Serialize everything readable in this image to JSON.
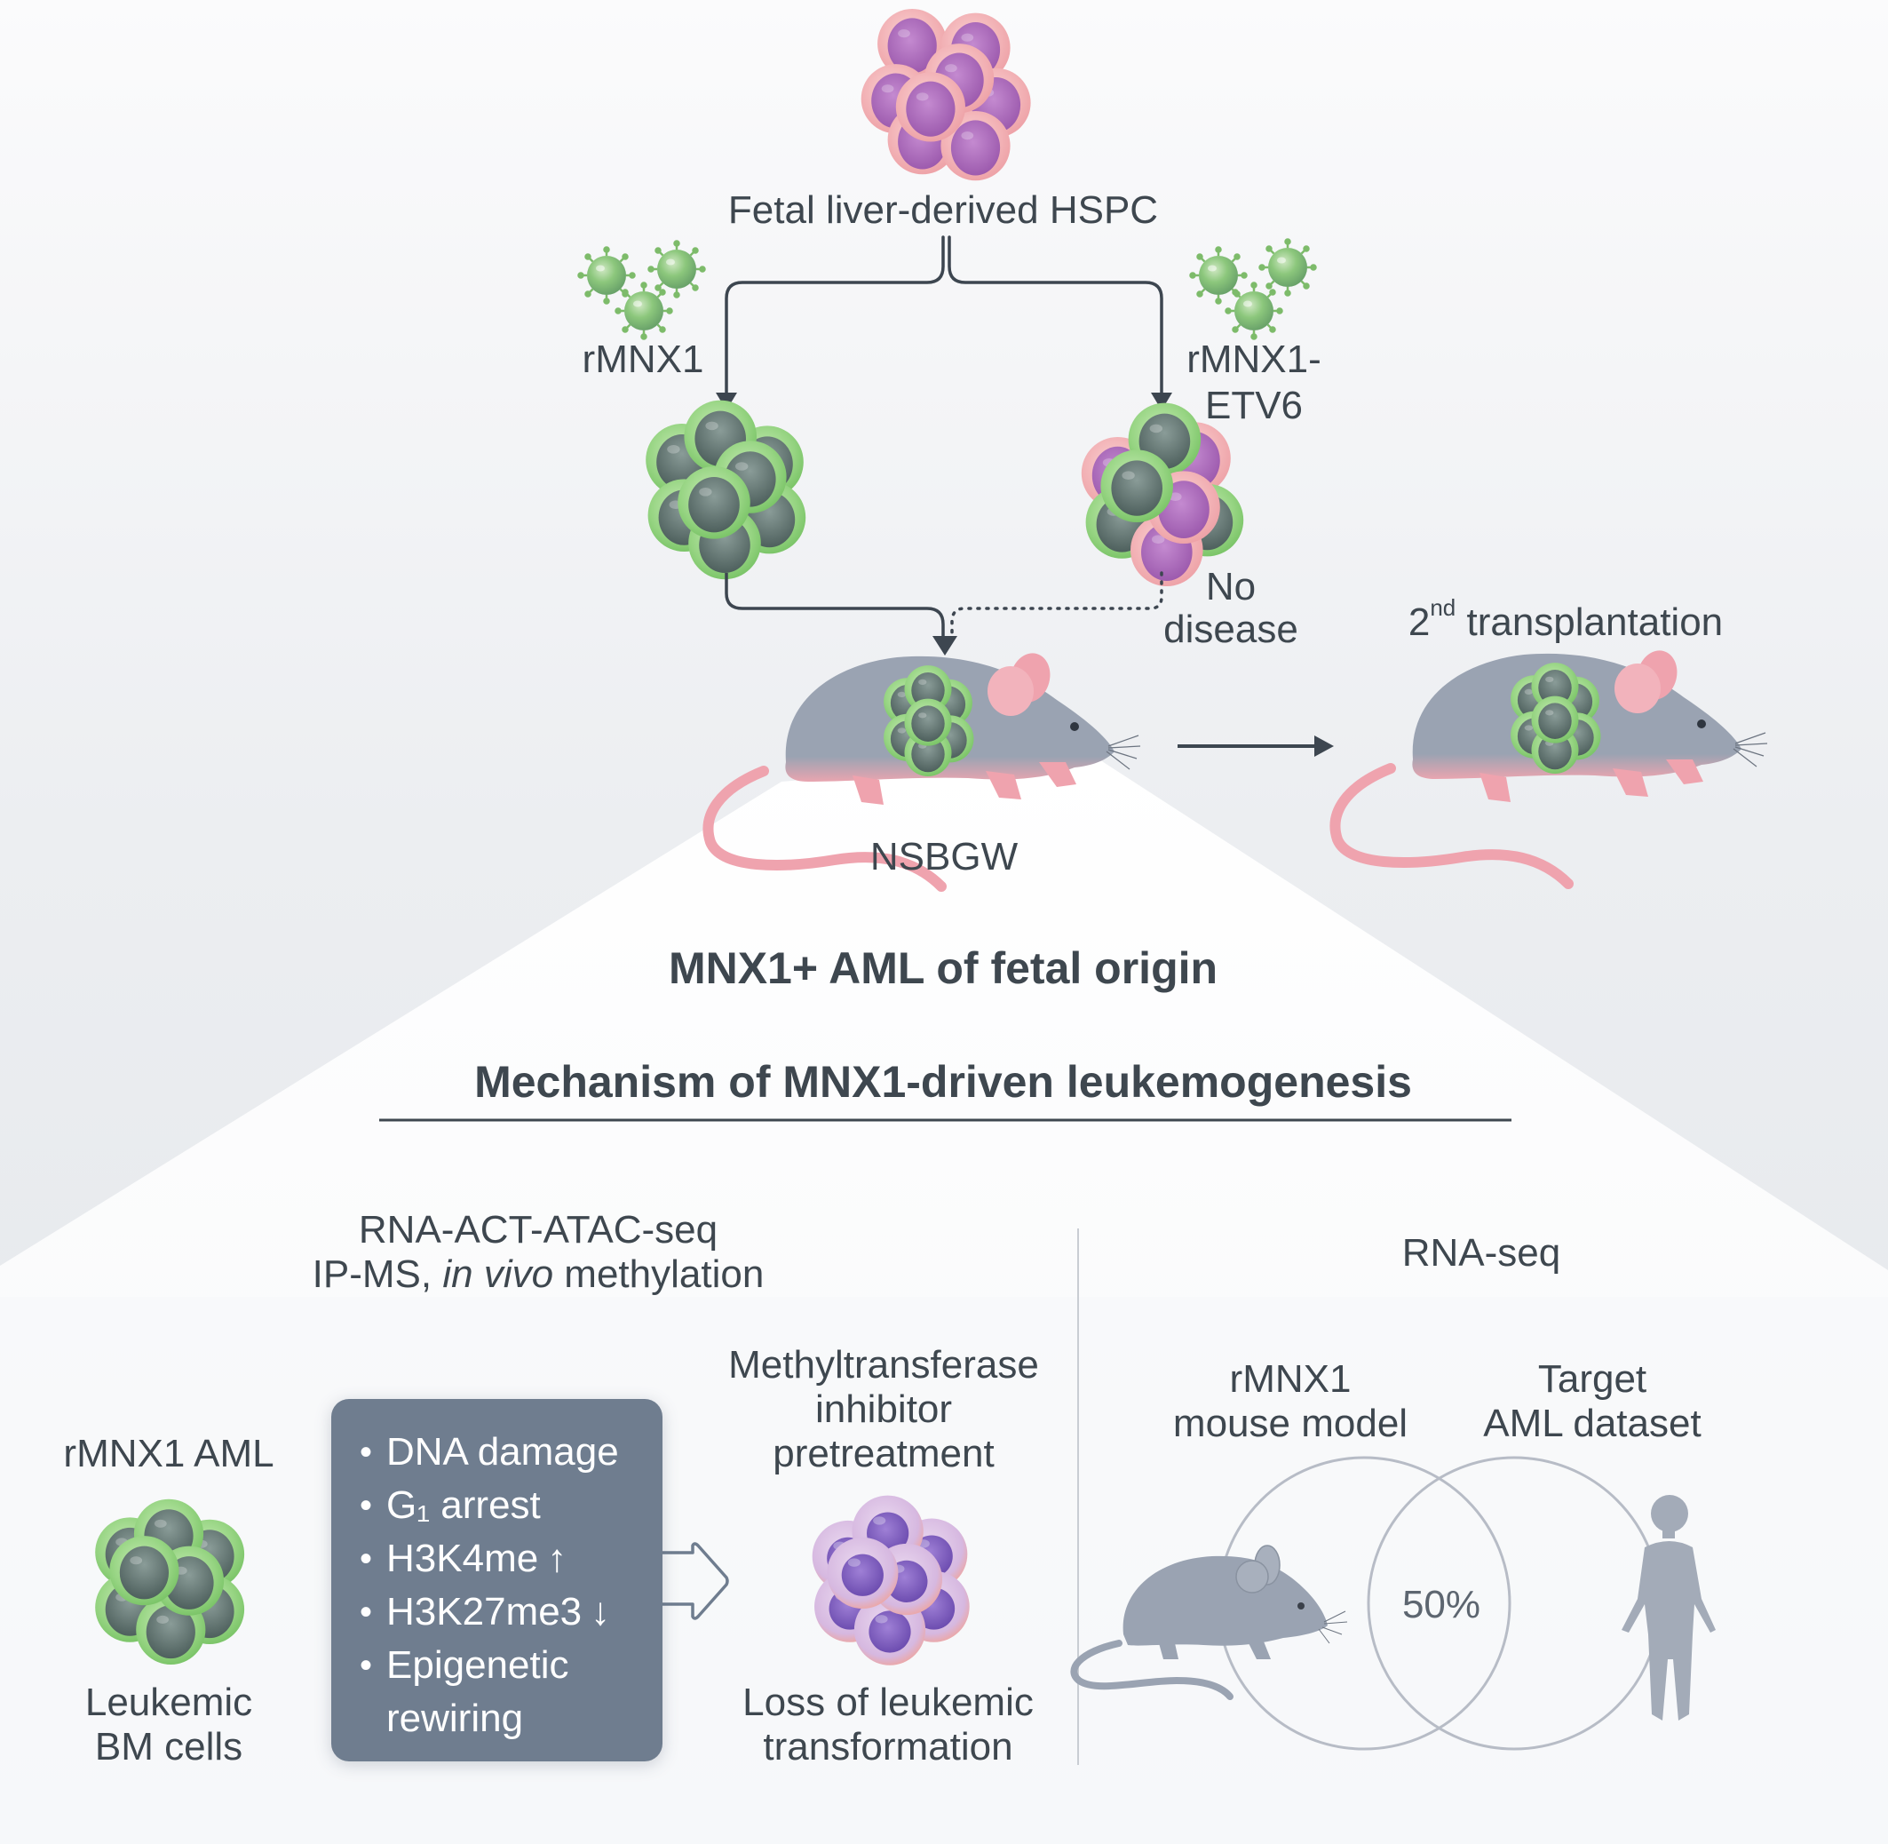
{
  "colors": {
    "text": "#3e474f",
    "arrow": "#3d4650",
    "background": "#eef0f3",
    "spotlight": "#fafbfc",
    "box_fill": "#6f7d8f",
    "cell_green_cytoplasm": "#8fd07a",
    "cell_green_nucleus": "#5a6e6a",
    "cell_pink_cytoplasm": "#f2b1b4",
    "cell_pink_nucleus": "#a965b8",
    "cell_lilac_cytoplasm": "#dcc2e4",
    "cell_lilac_nucleus": "#7d5bbd",
    "mouse_gray": "#9aa3b2",
    "mouse_pink": "#efa3ae",
    "venn_stroke": "#b7bcc6",
    "silhouette": "#a3abb8"
  },
  "top": {
    "source_label": "Fetal liver-derived  HSPC",
    "branch_left_label": "rMNX1",
    "branch_right_label_line1": "rMNX1-",
    "branch_right_label_line2": "ETV6",
    "no_disease_line1": "No",
    "no_disease_line2": "disease",
    "recipient_label": "NSBGW",
    "second_transplant_ordinal": "2",
    "second_transplant_sup": "nd",
    "second_transplant_text": " transplantation"
  },
  "headings": {
    "title": "MNX1+ AML of fetal origin",
    "subtitle": "Mechanism of MNX1-driven leukemogenesis"
  },
  "left_panel": {
    "methods_line1": "RNA-ACT-ATAC-seq",
    "methods_line2_pre": "IP-MS, ",
    "methods_line2_italic": "in vivo",
    "methods_line2_post": " methylation",
    "sample_label": "rMNX1 AML",
    "cells_line1": "Leukemic",
    "cells_line2": "BM cells",
    "findings": [
      {
        "text": "DNA damage",
        "arrow": ""
      },
      {
        "text": "G₁ arrest",
        "arrow": ""
      },
      {
        "text": "H3K4me",
        "arrow": "↑"
      },
      {
        "text": "H3K27me3",
        "arrow": "↓"
      },
      {
        "text": "Epigenetic",
        "arrow": ""
      }
    ],
    "findings_continuation": "rewiring",
    "treatment_line1": "Methyltransferase",
    "treatment_line2": "inhibitor",
    "treatment_line3": "pretreatment",
    "outcome_line1": "Loss of leukemic",
    "outcome_line2": "transformation"
  },
  "right_panel": {
    "method": "RNA-seq",
    "set_a_line1": "rMNX1",
    "set_a_line2": "mouse model",
    "set_b_line1": "Target",
    "set_b_line2": "AML dataset",
    "overlap": "50%"
  },
  "icons": {
    "bullet": "•"
  }
}
